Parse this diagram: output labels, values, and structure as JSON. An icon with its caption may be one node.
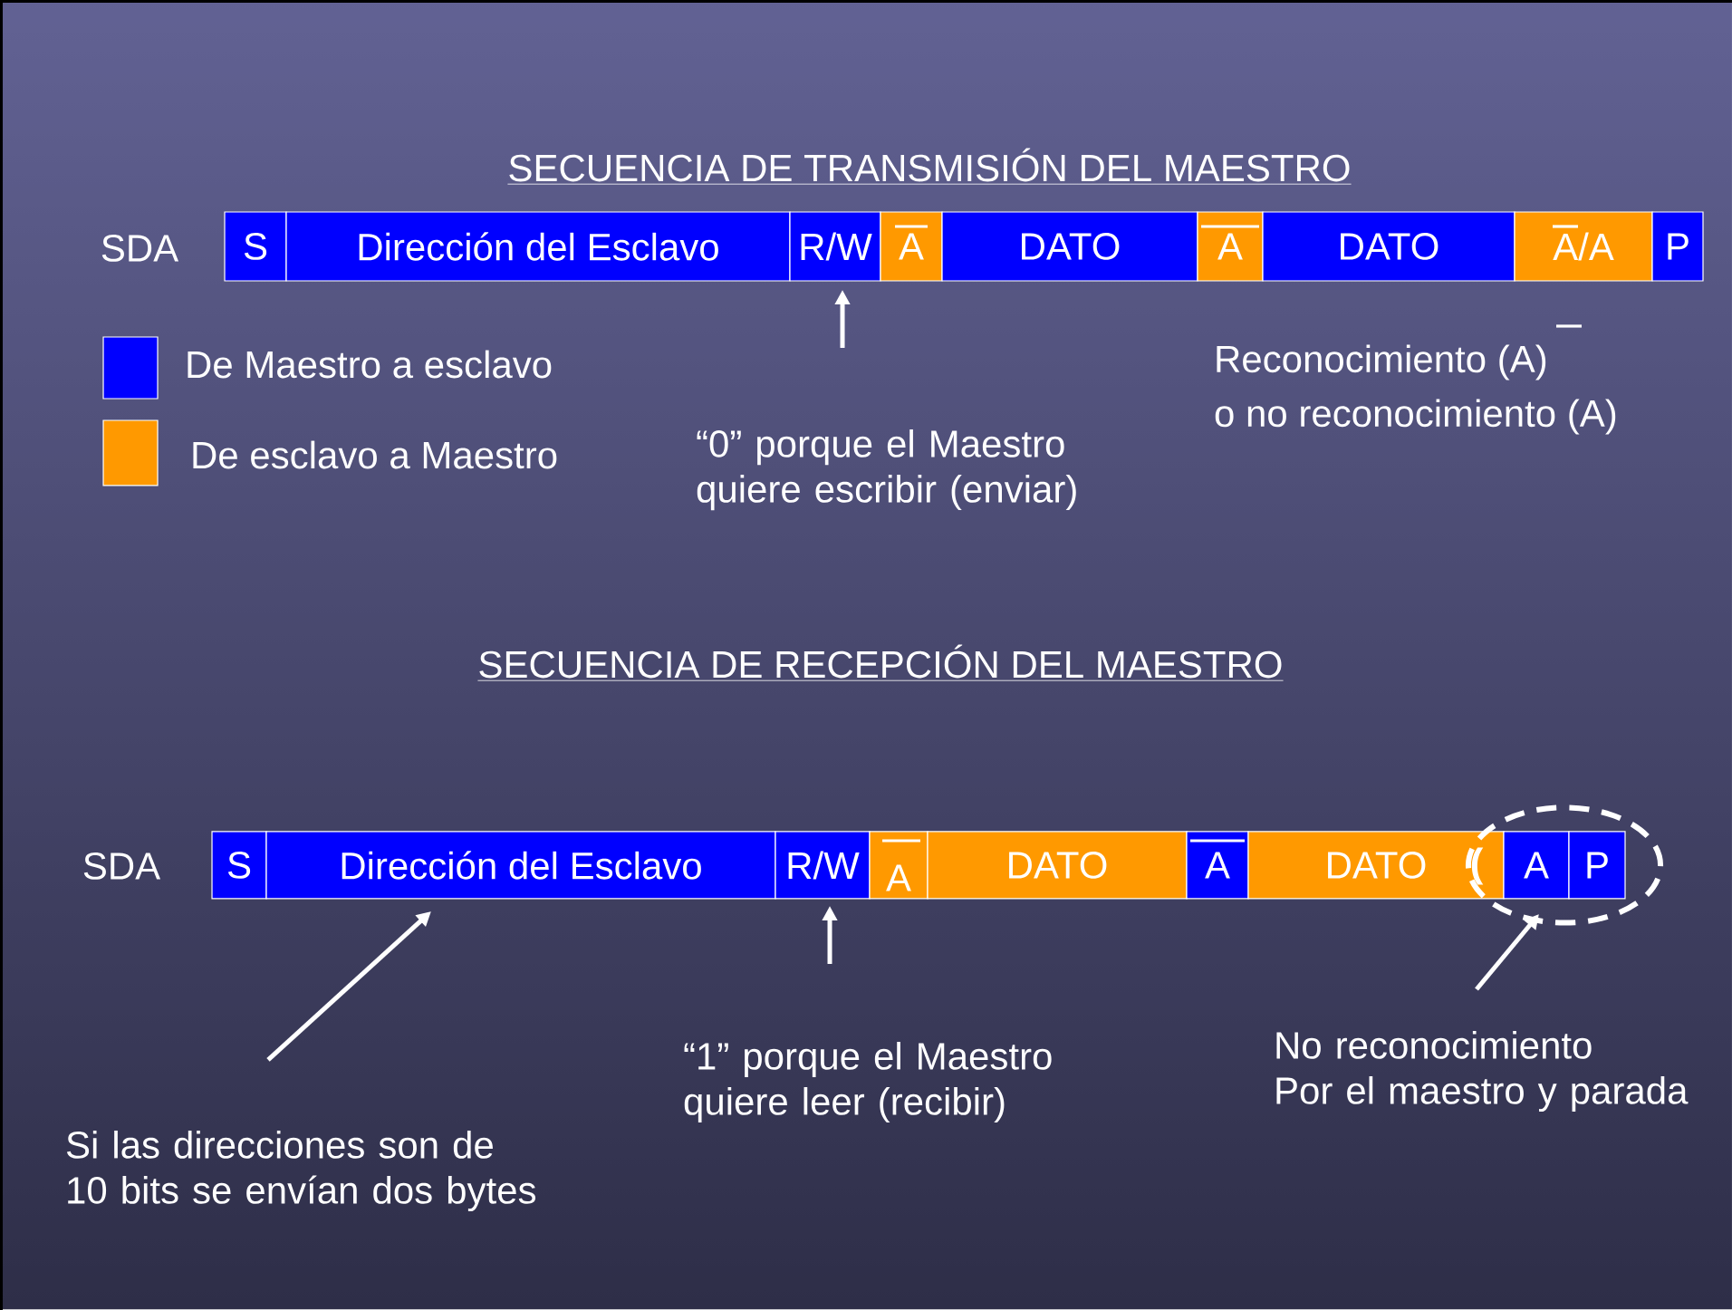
{
  "diagram": {
    "nodes": [
      {
        "text": [
          "S"
        ]
      },
      {
        "text": [
          "Dirección del Esclavo"
        ]
      },
      {
        "text": [
          "R/W"
        ]
      },
      {
        "text": [
          "A"
        ]
      },
      {
        "text": [
          "DATO"
        ]
      },
      {
        "text": [
          "A"
        ]
      },
      {
        "text": [
          "DATO"
        ]
      },
      {
        "text": [
          "A/A"
        ]
      },
      {
        "text": [
          "P"
        ]
      },
      {
        "text": [
          "“0” porque el Maestro quiere escribir (enviar)"
        ]
      },
      {
        "text": [
          "S"
        ]
      },
      {
        "text": [
          "Dirección del Esclavo"
        ]
      },
      {
        "text": [
          "R/W"
        ]
      },
      {
        "text": [
          "A"
        ]
      },
      {
        "text": [
          "DATO"
        ]
      },
      {
        "text": [
          "A"
        ]
      },
      {
        "text": [
          "DATO"
        ]
      },
      {
        "text": [
          "A"
        ],
        "in": 19
      },
      {
        "text": [
          "P"
        ],
        "in": 19
      },
      {
        "text": [],
        "shape": "ellipse"
      },
      {
        "text": [
          "Si las direcciones son de",
          "10 bits se envían dos bytes"
        ]
      },
      {
        "text": [
          "“1” porque el Maestro quiere leer (recibir)"
        ]
      },
      {
        "text": [
          "No reconocimiento",
          "Por el maestro y parada"
        ]
      }
    ],
    "edges": [
      {
        "from": 9,
        "to": 2,
        "arrow": "to"
      },
      {
        "from": 20,
        "to": 11,
        "arrow": "to"
      },
      {
        "from": 21,
        "to": 12,
        "arrow": "to"
      },
      {
        "from": 22,
        "to": 19,
        "arrow": "to"
      }
    ],
    "labels": [
      "SECUENCIA DE TRANSMISIÓN DEL MAESTRO",
      "SDA",
      "Reconocimiento (A)",
      "o no reconocimiento (A)",
      "SECUENCIA DE RECEPCIÓN DEL MAESTRO",
      "SDA",
      "("
    ],
    "legend": [
      {
        "text": "De Maestro a esclavo",
        "color": "#0000ff"
      },
      {
        "text": "De esclavo a Maestro",
        "color": "#ff9900"
      }
    ]
  }
}
